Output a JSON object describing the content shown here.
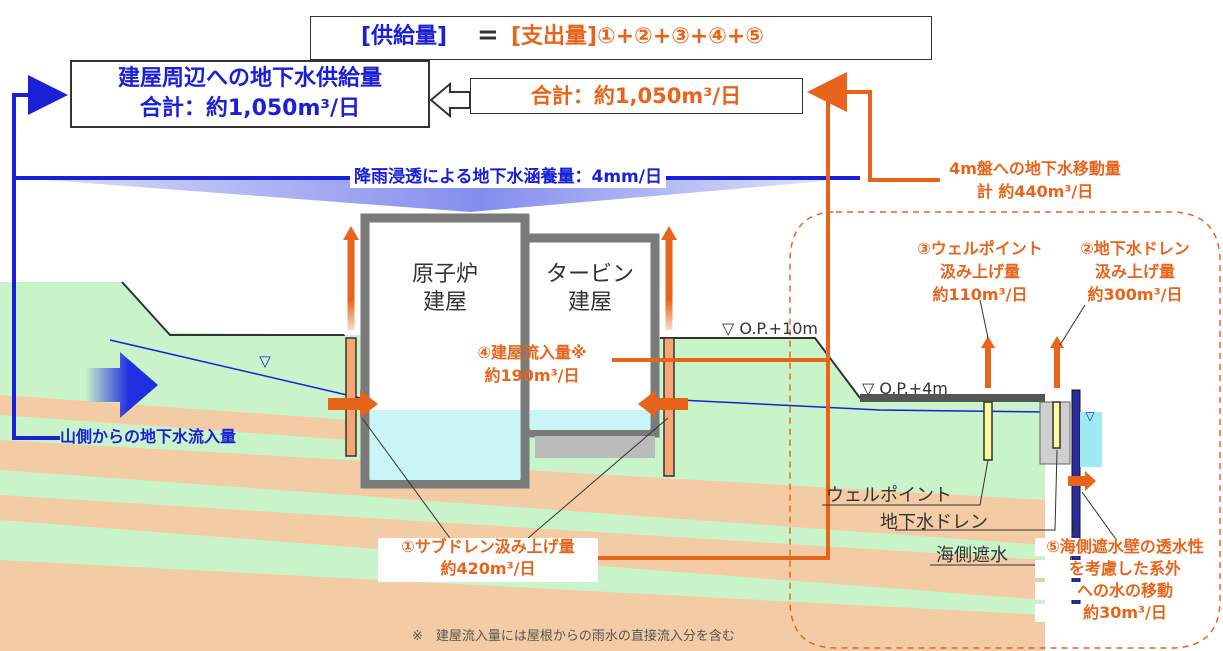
{
  "formula": {
    "lhs": "[供給量]",
    "equals": "=",
    "rhs": "[支出量]①+②+③+④+⑤"
  },
  "supply_box": {
    "line1": "建屋周辺への地下水供給量",
    "line2": "合計：約1,050m³/日"
  },
  "outflow_total": "合計：約1,050m³/日",
  "rain_recharge": "降雨浸透による地下水涵養量：4mm/日",
  "to_4m_platform": {
    "line1": "4m盤への地下水移動量",
    "line2": "計 約440m³/日"
  },
  "buildings": {
    "reactor": {
      "line1": "原子炉",
      "line2": "建屋"
    },
    "turbine": {
      "line1": "タービン",
      "line2": "建屋"
    }
  },
  "item3": {
    "line1": "③ウェルポイント",
    "line2": "汲み上げ量",
    "line3": "約110m³/日"
  },
  "item2": {
    "line1": "②地下水ドレン",
    "line2": "汲み上げ量",
    "line3": "約300m³/日"
  },
  "item4": {
    "line1": "④建屋流入量※",
    "line2": "約190m³/日"
  },
  "item1": {
    "line1": "①サブドレン汲み上げ量",
    "line2": "約420m³/日"
  },
  "item5": {
    "line1": "⑤海側遮水壁の透水性",
    "line2": "を考慮した系外",
    "line3": "への水の移動",
    "line4": "約30m³/日"
  },
  "levels": {
    "op10": "▽ O.P.+10m",
    "op4": "▽ O.P.+4m"
  },
  "mountain_inflow": "山側からの地下水流入量",
  "labels": {
    "wellpoint": "ウェルポイント",
    "groundwater_drain": "地下水ドレン",
    "seaside_wall": "海側遮水"
  },
  "footnote": "※　建屋流入量には屋根からの雨水の直接流入分を含む",
  "colors": {
    "blue": "#1a20d8",
    "orange": "#e8641a",
    "ground_green": "#c6f2c8",
    "ground_tan": "#f3cba5",
    "water": "#c8f6f6"
  }
}
